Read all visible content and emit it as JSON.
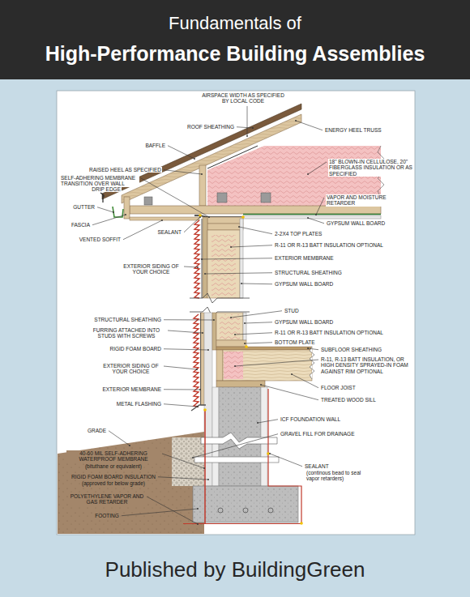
{
  "diagram": {
    "title": "High-Performance Building Assemblies",
    "caption": "Published by BuildingGreen",
    "labels": [
      "Fundamentals of",
      "AIRSPACE WIDTH AS SPECIFIED BY LOCAL CODE",
      "ROOF SHEATHING",
      "ENERGY HEEL TRUSS",
      "BAFFLE",
      "RAISED HEEL AS SPECIFIED",
      "SELF-ADHERING MEMBRANE TRANSITION OVER WALL",
      "DRIP EDGE",
      "GUTTER",
      "FASCIA",
      "VENTED SOFFIT",
      "18\" BLOWN-IN CELLULOSE, 20\" FIBERGLASS INSULATION OR AS SPECIFIED",
      "VAPOR AND MOISTURE RETARDER",
      "GYPSUM WALL BOARD",
      "SEALANT",
      "2-2X4 TOP PLATES",
      "R-11 OR R-13 BATT INSULATION OPTIONAL",
      "EXTERIOR MEMBRANE",
      "EXTERIOR SIDING OF YOUR CHOICE",
      "STRUCTURAL SHEATHING",
      "GYPSUM WALL BOARD",
      "STUD",
      "STRUCTURAL SHEATHING",
      "GYPSUM WALL BOARD",
      "FURRING ATTACHED INTO STUDS WITH SCREWS",
      "R-11 OR R-13 BATT INSULATION OPTIONAL",
      "BOTTOM PLATE",
      "RIGID FOAM BOARD",
      "SUBFLOOR SHEATHING",
      "R-11, R-13 BATT INSULATION, OR HIGH DENSITY SPRAYED-IN FOAM AGAINST RIM OPTIONAL",
      "EXTERIOR SIDING OF YOUR CHOICE",
      "EXTERIOR MEMBRANE",
      "FLOOR JOIST",
      "TREATED WOOD SILL",
      "METAL FLASHING",
      "ICF FOUNDATION WALL",
      "GRADE",
      "GRAVEL FILL FOR DRAINAGE",
      "40-60 MIL SELF-ADHERING WATERPROOF MEMBRANE",
      "(bituthane or equivalent)",
      "SEALANT",
      "(continous bead to seal vapor retarders)",
      "RIGID FOAM BOARD INSULATION",
      "(approved for below grade)",
      "POLYETHYLENE VAPOR AND GAS RETARDER",
      "FOOTING"
    ]
  }
}
